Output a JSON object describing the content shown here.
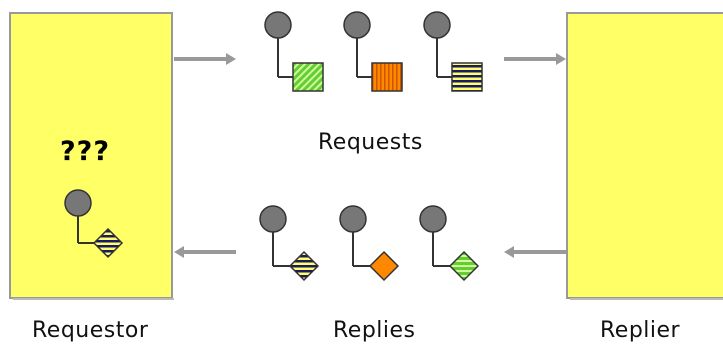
{
  "requestor": {
    "label": "Requestor",
    "unknown_marker": "???",
    "fill_color": "#ffff66"
  },
  "replier": {
    "label": "Replier",
    "fill_color": "#ffff66"
  },
  "requests": {
    "label": "Requests",
    "messages": [
      {
        "icon": "green-diagonal-striped-square-icon",
        "color": "#66cc33"
      },
      {
        "icon": "orange-vertical-striped-square-icon",
        "color": "#ff8800"
      },
      {
        "icon": "navy-yellow-horizontal-striped-square-icon",
        "color": "#1a1a66"
      }
    ]
  },
  "replies": {
    "label": "Replies",
    "messages": [
      {
        "icon": "navy-yellow-striped-diamond-icon",
        "color": "#1a1a66"
      },
      {
        "icon": "orange-diamond-icon",
        "color": "#ff8800"
      },
      {
        "icon": "green-striped-diamond-icon",
        "color": "#66cc33"
      }
    ]
  },
  "colors": {
    "arrow": "#999999",
    "node": "#777777",
    "box_border": "#999999"
  }
}
